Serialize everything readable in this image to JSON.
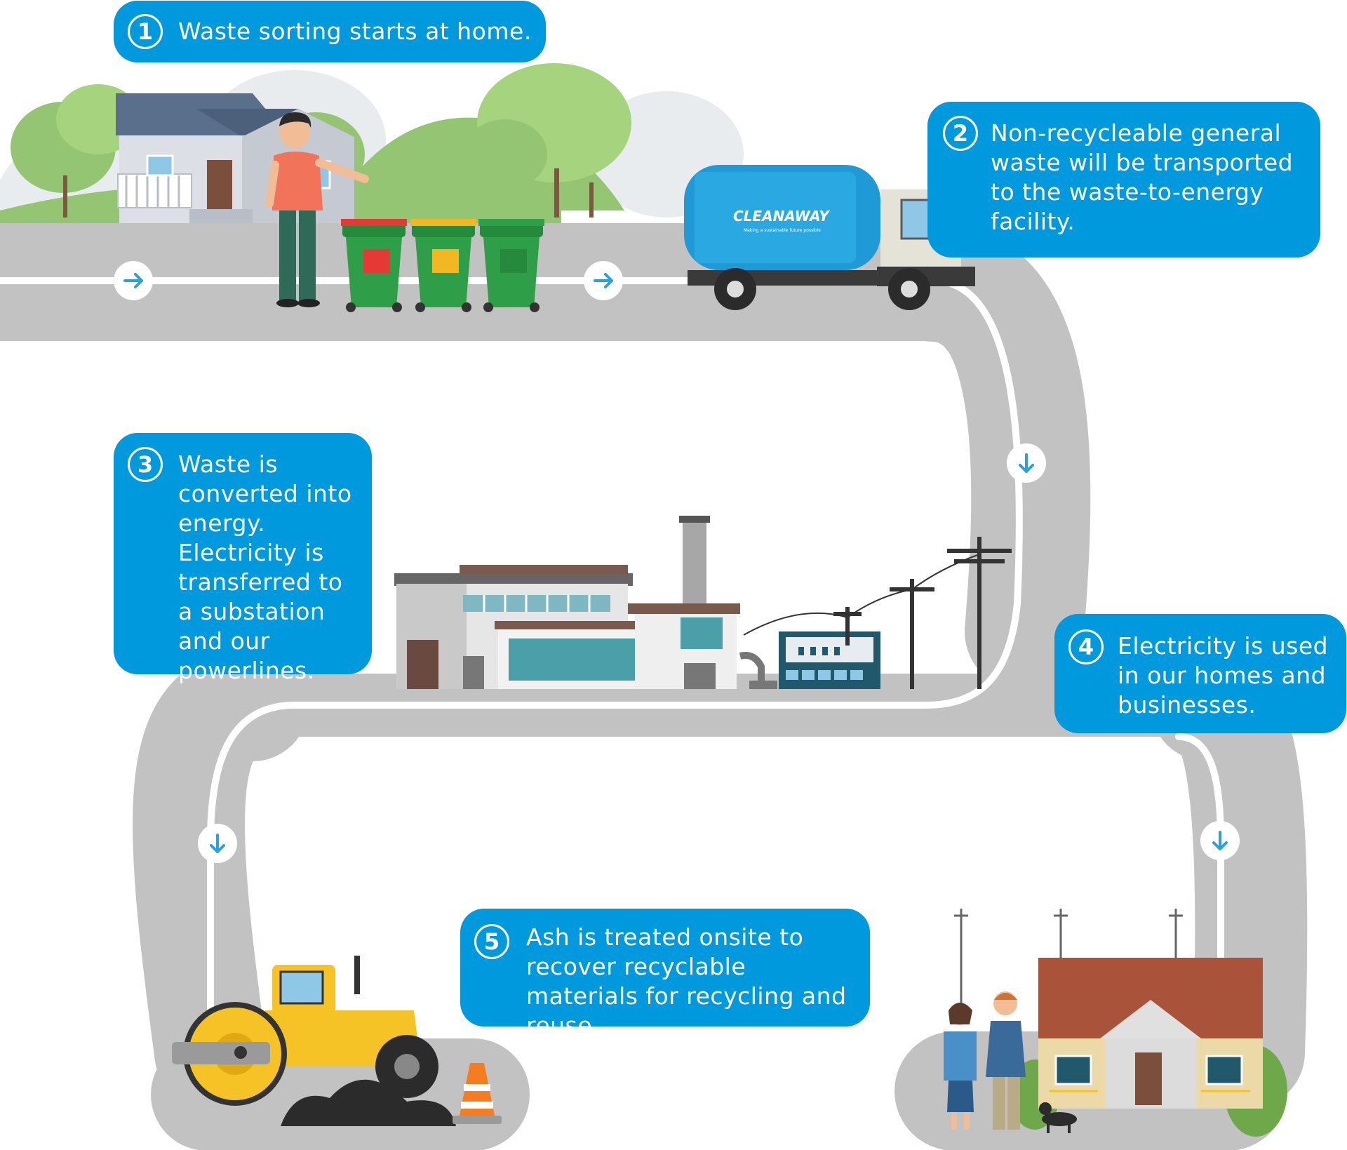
{
  "colors": {
    "callout": "#0099dd",
    "road": "#c2c2c2",
    "road_line": "#ffffff",
    "arrow": "#2aa0dc",
    "truck": "#1f9ad6",
    "bin_body": "#2f9e48",
    "bin_red": "#e53935",
    "bin_yellow": "#f2b824",
    "roller_yellow": "#f6c327",
    "roof_brown": "#a9543a"
  },
  "steps": [
    {
      "number": "1",
      "text": "Waste sorting starts at home."
    },
    {
      "number": "2",
      "text": "Non-recycleable general waste will be transported to the waste-to-energy facility."
    },
    {
      "number": "3",
      "text": "Waste is converted into energy. Electricity is transferred to a substation and our powerlines."
    },
    {
      "number": "4",
      "text": "Electricity is used in our homes and businesses."
    },
    {
      "number": "5",
      "text": "Ash is treated onsite to recover recyclable materials for recycling and reuse."
    }
  ],
  "truck": {
    "brand": "CLEANAWAY",
    "tagline": "Making a sustainable future possible"
  },
  "icons": [
    "arrow-right-icon",
    "arrow-down-icon",
    "house-icon",
    "person-icon",
    "bin-icon",
    "truck-icon",
    "factory-icon",
    "substation-icon",
    "power-pole-icon",
    "road-roller-icon",
    "traffic-cone-icon",
    "family-icon",
    "dog-icon"
  ]
}
